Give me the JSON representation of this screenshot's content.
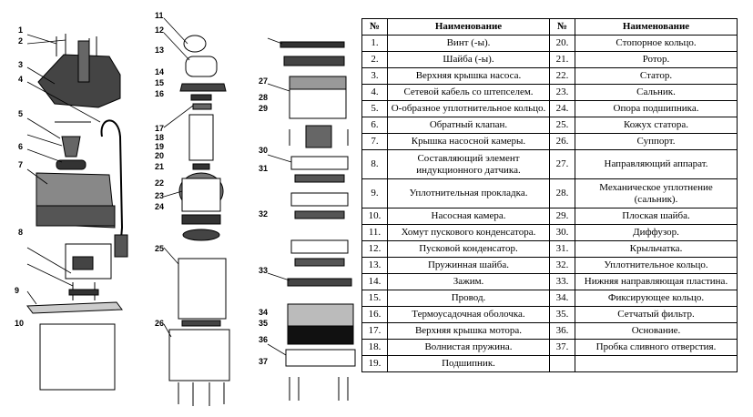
{
  "table": {
    "header": {
      "num": "№",
      "name": "Наименование"
    },
    "rows": [
      {
        "n1": "1.",
        "t1": "Винт (-ы).",
        "n2": "20.",
        "t2": "Стопорное кольцо."
      },
      {
        "n1": "2.",
        "t1": "Шайба (-ы).",
        "n2": "21.",
        "t2": "Ротор."
      },
      {
        "n1": "3.",
        "t1": "Верхняя крышка насоса.",
        "n2": "22.",
        "t2": "Статор."
      },
      {
        "n1": "4.",
        "t1": "Сетевой кабель со штепселем.",
        "n2": "23.",
        "t2": "Сальник."
      },
      {
        "n1": "5.",
        "t1": "О-образное уплотнительное кольцо.",
        "n2": "24.",
        "t2": "Опора подшипника."
      },
      {
        "n1": "6.",
        "t1": "Обратный клапан.",
        "n2": "25.",
        "t2": "Кожух статора."
      },
      {
        "n1": "7.",
        "t1": "Крышка насосной камеры.",
        "n2": "26.",
        "t2": "Суппорт."
      },
      {
        "n1": "8.",
        "t1": "Составляющий элемент индукционного датчика.",
        "n2": "27.",
        "t2": "Направляющий аппарат."
      },
      {
        "n1": "9.",
        "t1": "Уплотнительная прокладка.",
        "n2": "28.",
        "t2": "Механическое уплотнение (сальник)."
      },
      {
        "n1": "10.",
        "t1": "Насосная камера.",
        "n2": "29.",
        "t2": "Плоская шайба."
      },
      {
        "n1": "11.",
        "t1": "Хомут пускового конденсатора.",
        "n2": "30.",
        "t2": "Диффузор."
      },
      {
        "n1": "12.",
        "t1": "Пусковой конденсатор.",
        "n2": "31.",
        "t2": "Крыльчатка."
      },
      {
        "n1": "13.",
        "t1": "Пружинная шайба.",
        "n2": "32.",
        "t2": "Уплотнительное кольцо."
      },
      {
        "n1": "14.",
        "t1": "Зажим.",
        "n2": "33.",
        "t2": "Нижняя направляющая пластина."
      },
      {
        "n1": "15.",
        "t1": "Провод.",
        "n2": "34.",
        "t2": "Фиксирующее кольцо."
      },
      {
        "n1": "16.",
        "t1": "Термоусадочная оболочка.",
        "n2": "35.",
        "t2": "Сетчатый фильтр."
      },
      {
        "n1": "17.",
        "t1": "Верхняя крышка мотора.",
        "n2": "36.",
        "t2": "Основание."
      },
      {
        "n1": "18.",
        "t1": "Волнистая пружина.",
        "n2": "37.",
        "t2": "Пробка сливного отверстия."
      },
      {
        "n1": "19.",
        "t1": "Подшипник.",
        "n2": "",
        "t2": ""
      }
    ]
  },
  "callouts": {
    "c1": "1",
    "c2": "2",
    "c3": "3",
    "c4": "4",
    "c5": "5",
    "c6": "6",
    "c7": "7",
    "c8": "8",
    "c9": "9",
    "c10": "10",
    "c11": "11",
    "c12": "12",
    "c13": "13",
    "c14": "14",
    "c15": "15",
    "c16": "16",
    "c17": "17",
    "c18": "18",
    "c19": "19",
    "c20": "20",
    "c21": "21",
    "c22": "22",
    "c23": "23",
    "c24": "24",
    "c25": "25",
    "c26": "26",
    "c27": "27",
    "c28": "28",
    "c29": "29",
    "c30": "30",
    "c31": "31",
    "c32": "32",
    "c33": "33",
    "c34": "34",
    "c35": "35",
    "c36": "36",
    "c37": "37"
  }
}
